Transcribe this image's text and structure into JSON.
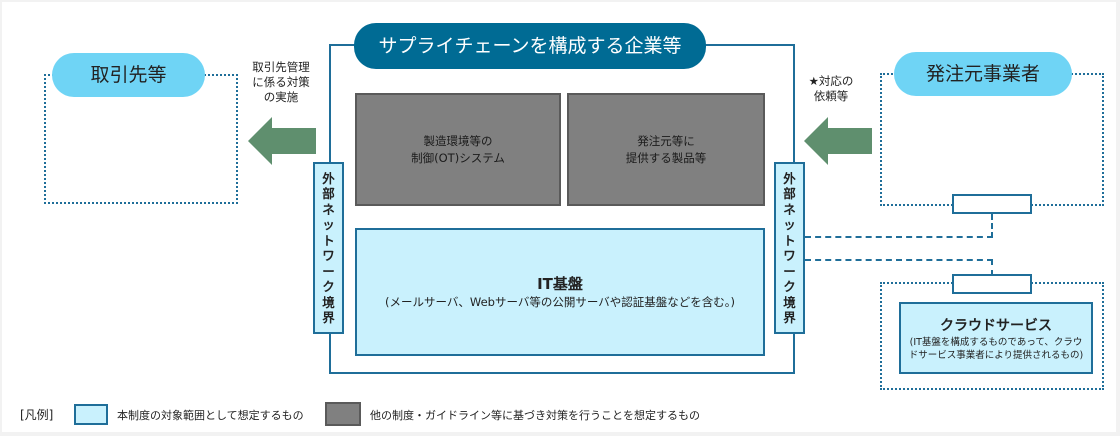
{
  "title": "サプライチェーンを構成する企業等",
  "left_party": {
    "label": "取引先等",
    "arrow_note": [
      "取引先管理",
      "に係る対策",
      "の実施"
    ]
  },
  "right_party": {
    "label": "発注元事業者",
    "arrow_note": [
      "★対応の",
      "依頼等"
    ]
  },
  "boundary_label_chars": [
    "外",
    "部",
    "ネ",
    "ッ",
    "ト",
    "ワ",
    "ー",
    "ク",
    "境",
    "界"
  ],
  "inner_boxes": {
    "ot_system": [
      "製造環境等の",
      "制御(OT)システム"
    ],
    "products": [
      "発注元等に",
      "提供する製品等"
    ],
    "it_base": {
      "title": "IT基盤",
      "note": "(メールサーバ、Webサーバ等の公開サーバや認証基盤などを含む。)"
    }
  },
  "cloud": {
    "title": "クラウドサービス",
    "note": [
      "(IT基盤を構成するものであって、クラウ",
      "ドサービス事業者により提供されるもの)"
    ]
  },
  "legend": {
    "heading": "[凡例]",
    "items": [
      {
        "label": "本制度の対象範囲として想定するもの",
        "color": "#c9f1fd"
      },
      {
        "label": "他の制度・ガイドライン等に基づき対策を行うことを想定するもの",
        "color": "#808080"
      }
    ]
  },
  "colors": {
    "frame": "#1f6e99",
    "title_pill": "#006b94",
    "party_pill": "#6fd4f5",
    "arrow": "#5f8f6e",
    "scope_fill": "#c9f1fd",
    "other_fill": "#808080"
  }
}
